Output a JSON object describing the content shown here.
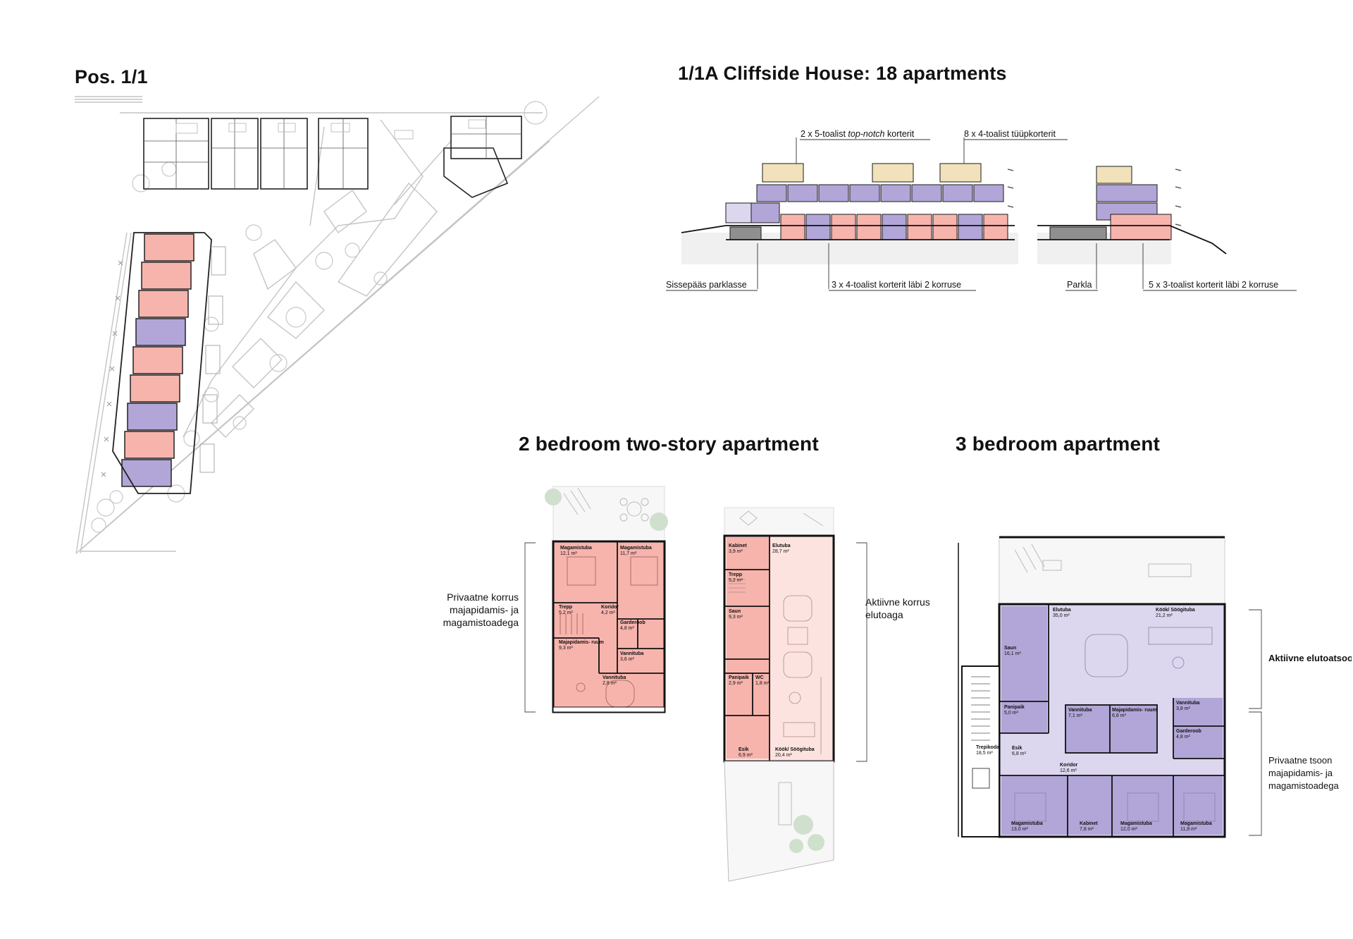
{
  "titles": {
    "pos": "Pos. 1/1",
    "cliffside": "1/1A Cliffside House: 18 apartments",
    "two_bed": "2 bedroom two-story apartment",
    "three_bed": "3 bedroom apartment"
  },
  "section_labels": {
    "top_left_pre": "2 x 5-toalist ",
    "top_left_em": "top-notch",
    "top_left_post": " korterit",
    "top_right": "8 x 4-toalist tüüpkorterit",
    "entrance": "Sissepääs parklasse",
    "two_floor": "3 x 4-toalist korterit läbi 2 korruse",
    "parking": "Parkla",
    "three_room": "5 x 3-toalist korterit läbi 2 korruse"
  },
  "notes": {
    "private_floor": "Privaatne korrus majapidamis- ja magamistoadega",
    "active_floor": "Aktiivne korrus elutoaga",
    "active_zone": "Aktiivne elutoatsoon",
    "private_zone": "Privaatne tsoon majapidamis- ja magamistoadega"
  },
  "two_bed_upper_rooms": [
    {
      "name": "Magamistuba",
      "area": "12,1 m²"
    },
    {
      "name": "Magamistuba",
      "area": "11,7 m²"
    },
    {
      "name": "Trepp",
      "area": "5,2 m²"
    },
    {
      "name": "Koridor",
      "area": "4,2 m²"
    },
    {
      "name": "Garderoob",
      "area": "4,8 m²"
    },
    {
      "name": "Majapidamis- ruum",
      "area": "9,3 m²"
    },
    {
      "name": "Vannituba",
      "area": "3,6 m²"
    },
    {
      "name": "Vannituba",
      "area": "2,8 m²"
    }
  ],
  "two_bed_lower_rooms": [
    {
      "name": "Kabinet",
      "area": "3,9 m²"
    },
    {
      "name": "Elutuba",
      "area": "28,7 m²"
    },
    {
      "name": "Trepp",
      "area": "5,2 m²"
    },
    {
      "name": "Saun",
      "area": "9,3 m²"
    },
    {
      "name": "Panipaik",
      "area": "2,9 m²"
    },
    {
      "name": "WC",
      "area": "1,8 m²"
    },
    {
      "name": "Esik",
      "area": "6,9 m²"
    },
    {
      "name": "Köök/ Söögituba",
      "area": "20,4 m²"
    }
  ],
  "three_bed_rooms": [
    {
      "name": "Elutuba",
      "area": "35,0 m²"
    },
    {
      "name": "Köök/ Söögituba",
      "area": "21,2 m²"
    },
    {
      "name": "Saun",
      "area": "16,1 m²"
    },
    {
      "name": "Panipaik",
      "area": "5,0 m²"
    },
    {
      "name": "Vannituba",
      "area": "7,1 m²"
    },
    {
      "name": "Majapidamis- ruum",
      "area": "6,8 m²"
    },
    {
      "name": "Vannituba",
      "area": "3,8 m²"
    },
    {
      "name": "Garderoob",
      "area": "4,8 m²"
    },
    {
      "name": "Trepikoda",
      "area": "18,5 m²"
    },
    {
      "name": "Esik",
      "area": "6,8 m²"
    },
    {
      "name": "Koridor",
      "area": "12,6 m²"
    },
    {
      "name": "Magamistuba",
      "area": "13,0 m²"
    },
    {
      "name": "Kabinet",
      "area": "7,8 m²"
    },
    {
      "name": "Magamistuba",
      "area": "12,0 m²"
    },
    {
      "name": "Magamistuba",
      "area": "11,8 m²"
    }
  ],
  "colors": {
    "pink": "#f6b4ad",
    "pink_light": "#fde3df",
    "purple": "#b2a6d8",
    "purple_light": "#dcd6ee",
    "beige": "#f1e2bc",
    "line": "#111111",
    "site_line": "#bdbdbd"
  }
}
